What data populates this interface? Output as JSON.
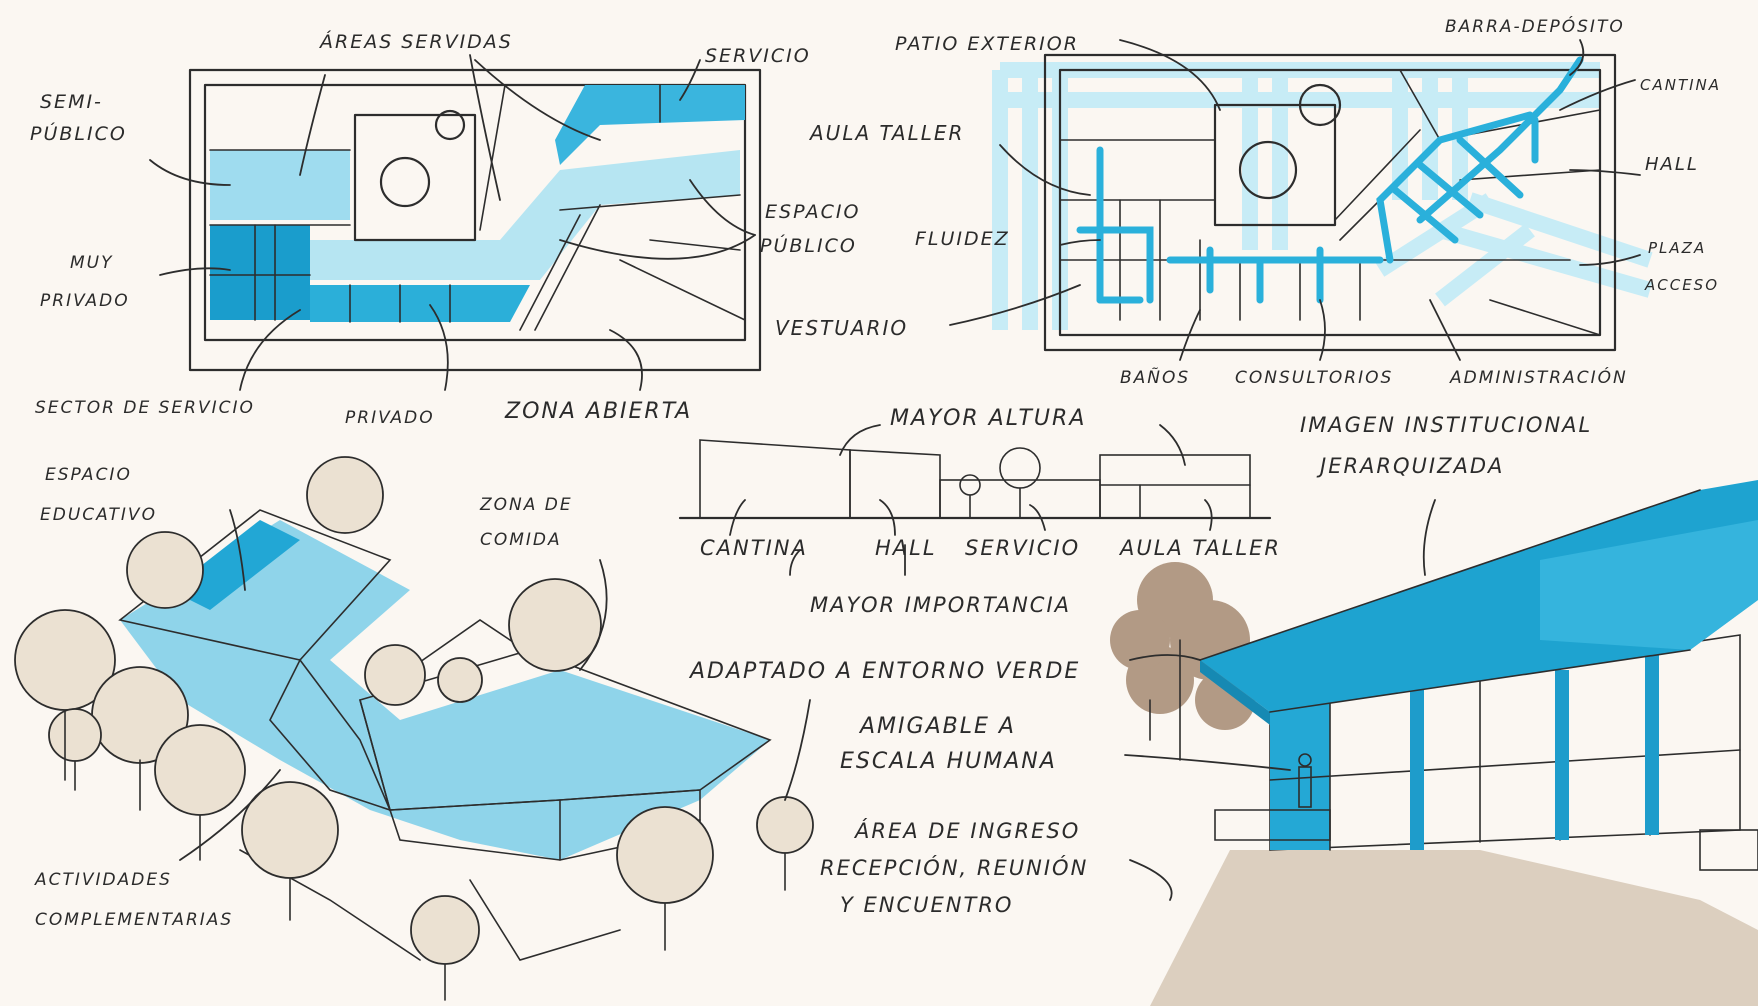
{
  "colors": {
    "paper": "#fbf7f2",
    "ink": "#2d2d2d",
    "blue_strong": "#1ea3d0",
    "blue_mid": "#52bfe0",
    "blue_light": "#a9e0f0",
    "blue_pale": "#d3eff8",
    "tree": "#e8ddcc",
    "ground": "#dccfbf",
    "brown_tree": "#a68a72"
  },
  "zoning_plan": {
    "labels": {
      "areas_servidas": "ÁREAS  SERVIDAS",
      "servicio": "SERVICIO",
      "semi": "SEMI-",
      "publico": "PÚBLICO",
      "espacio": "ESPACIO",
      "espacio_publico": "PÚBLICO",
      "muy": "MUY",
      "privado": "PRIVADO",
      "sector_servicio": "SECTOR DE SERVICIO",
      "privado_bottom": "PRIVADO",
      "zona_abierta": "ZONA ABIERTA"
    }
  },
  "flow_plan": {
    "labels": {
      "patio_exterior": "PATIO EXTERIOR",
      "barra_deposito": "BARRA-DEPÓSITO",
      "cantina": "CANTINA",
      "aula_taller": "AULA TALLER",
      "hall": "HALL",
      "fluidez": "FLUIDEZ",
      "plaza": "PLAZA",
      "acceso": "ACCESO",
      "vestuario": "VESTUARIO",
      "banos": "BAÑOS",
      "consultorios": "CONSULTORIOS",
      "administracion": "ADMINISTRACIÓN"
    }
  },
  "elevation": {
    "labels": {
      "mayor_altura": "MAYOR ALTURA",
      "cantina": "CANTINA",
      "hall": "HALL",
      "servicio": "SERVICIO",
      "aula_taller": "AULA TALLER",
      "mayor_importancia": "MAYOR IMPORTANCIA"
    }
  },
  "axonometric": {
    "labels": {
      "espacio": "ESPACIO",
      "educativo": "EDUCATIVO",
      "zona_de": "ZONA DE",
      "comida": "COMIDA",
      "actividades": "ACTIVIDADES",
      "complementarias": "COMPLEMENTARIAS"
    }
  },
  "perspective": {
    "labels": {
      "imagen_institucional": "IMAGEN INSTITUCIONAL",
      "jerarquizada": "JERARQUIZADA",
      "adaptado": "ADAPTADO A ENTORNO VERDE",
      "amigable": "AMIGABLE A",
      "escala_humana": "ESCALA HUMANA",
      "area_ingreso": "ÁREA DE INGRESO",
      "recepcion": "RECEPCIÓN, REUNIÓN",
      "encuentro": "Y ENCUENTRO"
    }
  }
}
